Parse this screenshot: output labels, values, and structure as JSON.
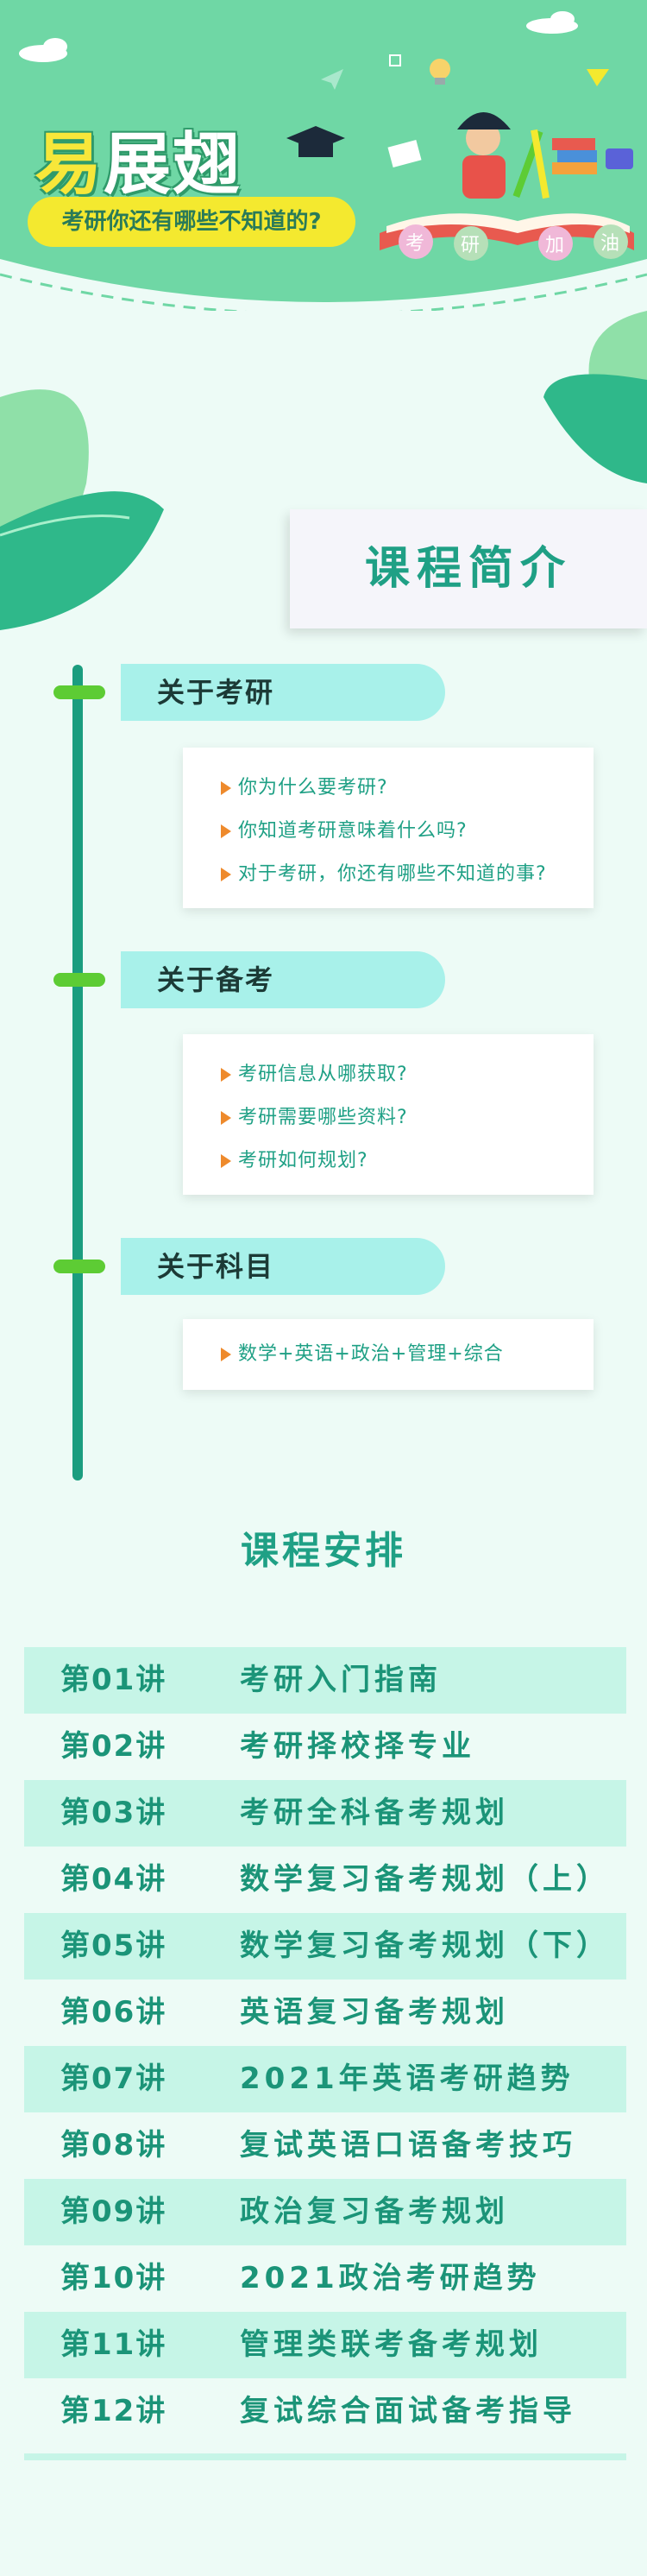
{
  "header": {
    "logo_first_char": "易",
    "logo_rest": "展翅",
    "tagline": "考研你还有哪些不知道的?",
    "banner_chars": [
      "考",
      "研",
      "加",
      "油"
    ],
    "colors": {
      "header_green": "#6fd7a5",
      "tagline_yellow": "#f4e92f"
    }
  },
  "intro": {
    "title": "课程简介",
    "sections": [
      {
        "heading": "关于考研",
        "items": [
          "你为什么要考研?",
          "你知道考研意味着什么吗?",
          "对于考研，你还有哪些不知道的事?"
        ]
      },
      {
        "heading": "关于备考",
        "items": [
          "考研信息从哪获取?",
          "考研需要哪些资料?",
          "考研如何规划?"
        ]
      },
      {
        "heading": "关于科目",
        "items": [
          "数学+英语+政治+管理+综合"
        ]
      }
    ]
  },
  "schedule": {
    "title": "课程安排",
    "rows": [
      {
        "num": "第01讲",
        "name": "考研入门指南"
      },
      {
        "num": "第02讲",
        "name": "考研择校择专业"
      },
      {
        "num": "第03讲",
        "name": "考研全科备考规划"
      },
      {
        "num": "第04讲",
        "name": "数学复习备考规划（上）"
      },
      {
        "num": "第05讲",
        "name": "数学复习备考规划（下）"
      },
      {
        "num": "第06讲",
        "name": "英语复习备考规划"
      },
      {
        "num": "第07讲",
        "name": "2021年英语考研趋势"
      },
      {
        "num": "第08讲",
        "name": "复试英语口语备考技巧"
      },
      {
        "num": "第09讲",
        "name": "政治复习备考规划"
      },
      {
        "num": "第10讲",
        "name": "2021政治考研趋势"
      },
      {
        "num": "第11讲",
        "name": "管理类联考备考规划"
      },
      {
        "num": "第12讲",
        "name": "复试综合面试备考指导"
      }
    ]
  }
}
